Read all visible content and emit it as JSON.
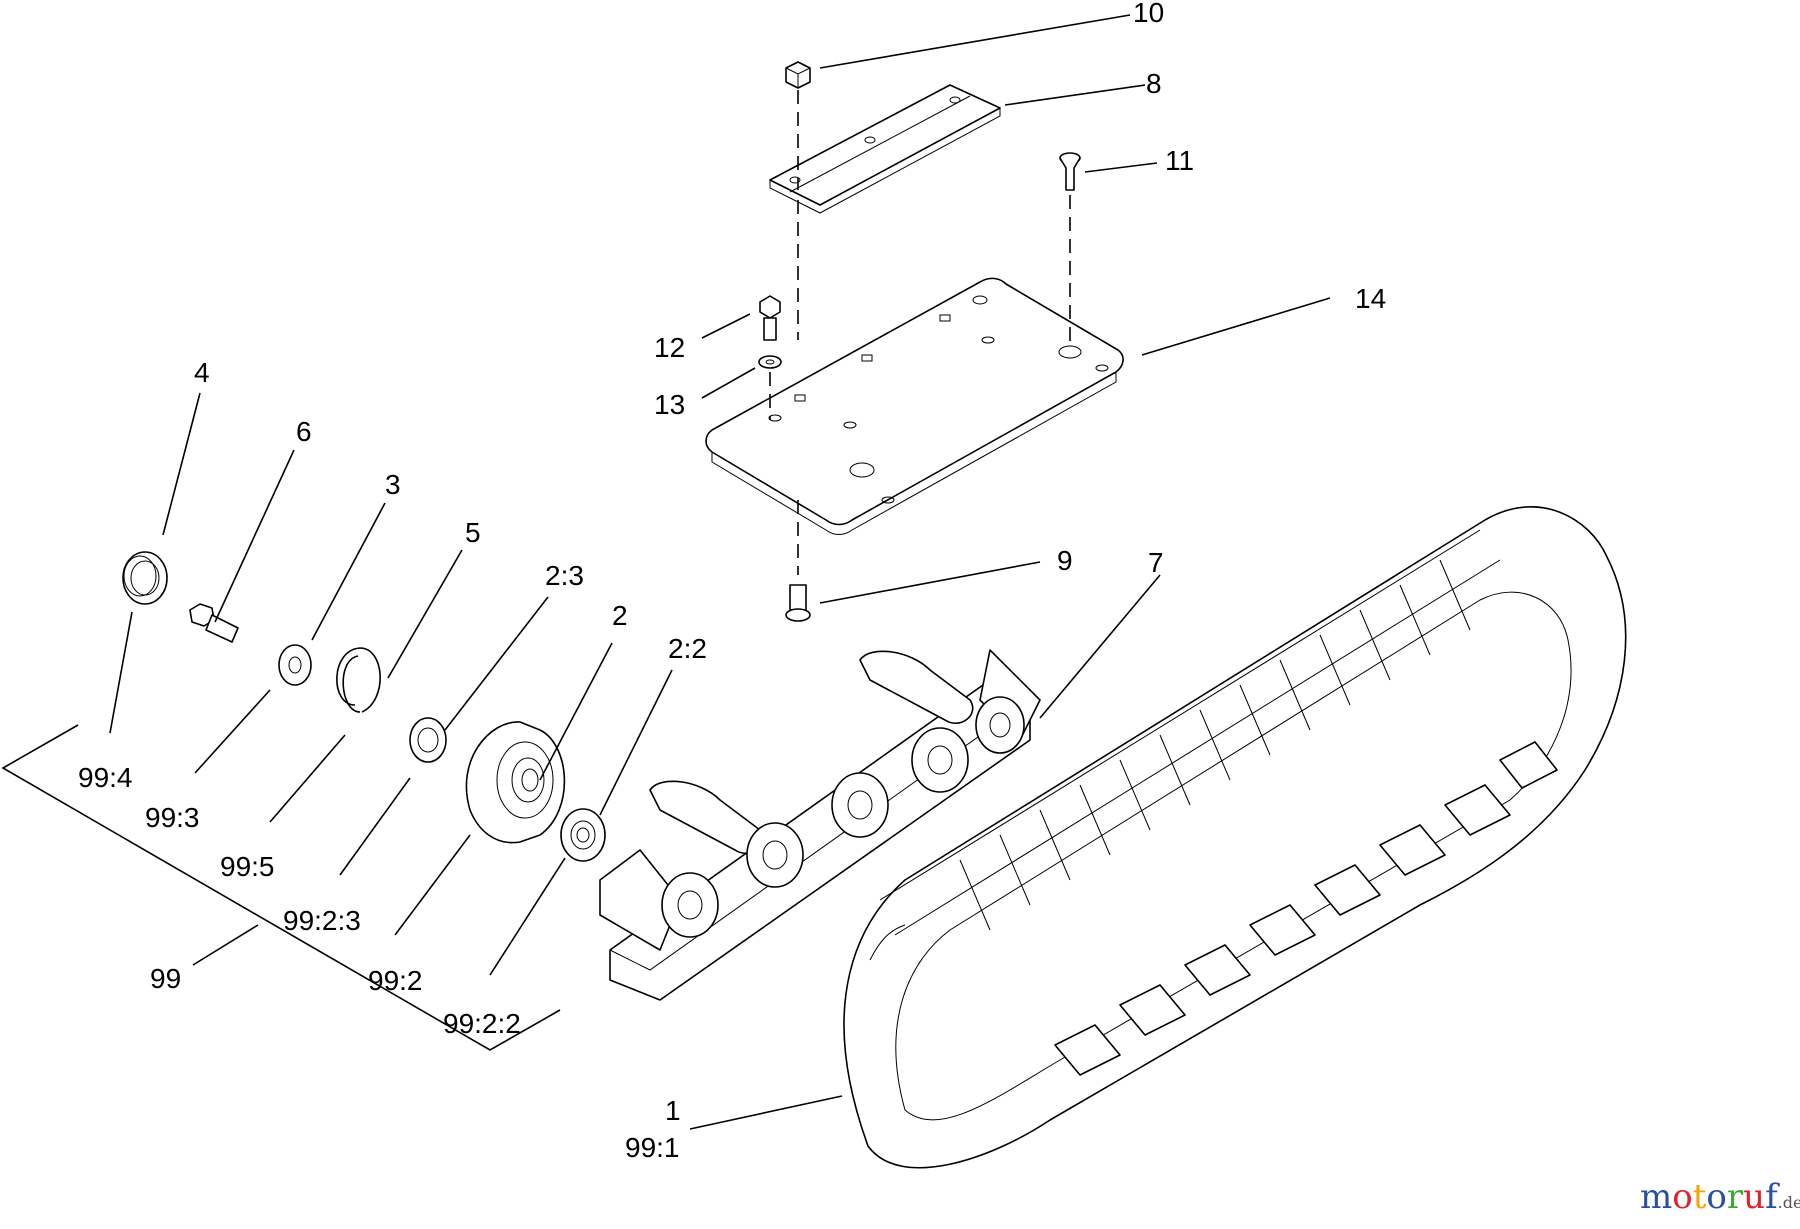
{
  "callouts": {
    "c10": "10",
    "c8": "8",
    "c11": "11",
    "c14": "14",
    "c12": "12",
    "c13": "13",
    "c4": "4",
    "c6": "6",
    "c3": "3",
    "c5": "5",
    "c2_3": "2:3",
    "c2": "2",
    "c2_2": "2:2",
    "c9": "9",
    "c7": "7",
    "c99_4": "99:4",
    "c99_3": "99:3",
    "c99_5": "99:5",
    "c99_2_3": "99:2:3",
    "c99_2": "99:2",
    "c99_2_2": "99:2:2",
    "c99": "99",
    "c1": "1",
    "c99_1": "99:1"
  },
  "watermark": {
    "letters": [
      "m",
      "o",
      "t",
      "o",
      "r",
      "u",
      "f"
    ],
    "suffix": ".de",
    "colors": [
      "#2b4fa0",
      "#e0222a",
      "#f5a400",
      "#2b4fa0",
      "#3aa935",
      "#e0222a",
      "#2b4fa0"
    ]
  }
}
